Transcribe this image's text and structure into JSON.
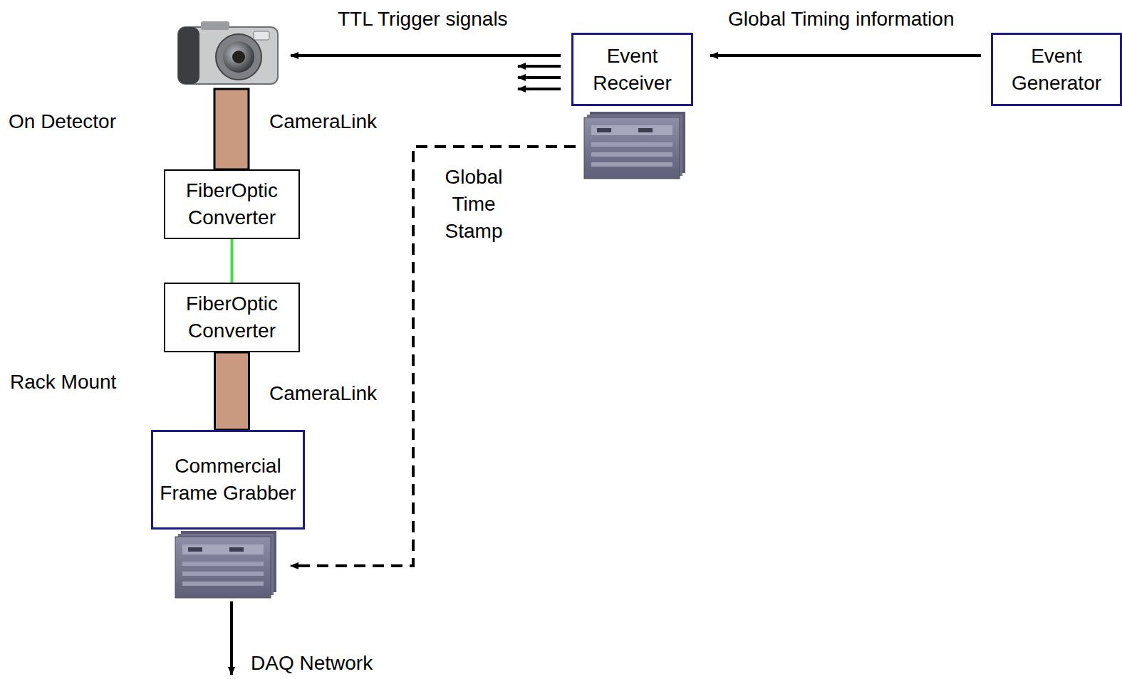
{
  "diagram": {
    "nodes": [
      {
        "text": [
          "Event Receiver"
        ]
      },
      {
        "text": [
          "Event Generator"
        ]
      },
      {
        "text": [
          "FiberOptic Converter"
        ]
      },
      {
        "text": [
          "FiberOptic Converter"
        ]
      },
      {
        "text": [
          "Commercial Frame Grabber"
        ]
      }
    ],
    "edges": [
      {
        "from": 1,
        "to": 0,
        "arrow": "to",
        "label": "Global Timing information"
      },
      {
        "from": 2,
        "to": 3,
        "arrow": "none"
      },
      {
        "from": 3,
        "to": 4,
        "arrow": "none",
        "label": "CameraLink"
      },
      {
        "from": 0,
        "to": 4,
        "arrow": "to",
        "label": "Global Time Stamp"
      }
    ],
    "labels": [
      "TTL Trigger signals",
      "On Detector",
      "CameraLink",
      "Rack Mount",
      "DAQ Network"
    ]
  }
}
